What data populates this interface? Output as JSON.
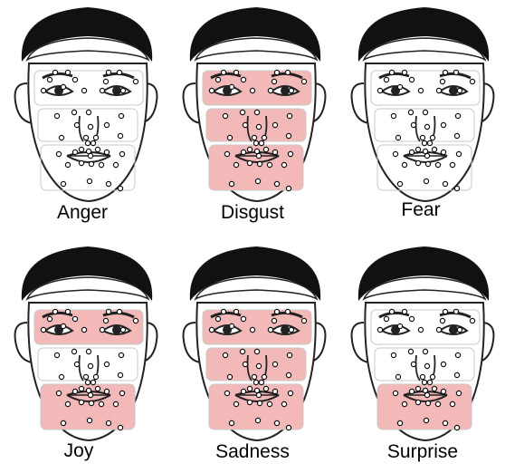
{
  "faces": [
    {
      "label": "Anger",
      "highlight": {
        "eyes": false,
        "mid": false,
        "mouth": false
      }
    },
    {
      "label": "Disgust",
      "highlight": {
        "eyes": true,
        "mid": true,
        "mouth": true
      }
    },
    {
      "label": "Fear",
      "highlight": {
        "eyes": false,
        "mid": false,
        "mouth": false
      }
    },
    {
      "label": "Joy",
      "highlight": {
        "eyes": true,
        "mid": false,
        "mouth": true
      }
    },
    {
      "label": "Sadness",
      "highlight": {
        "eyes": true,
        "mid": true,
        "mouth": true
      }
    },
    {
      "label": "Surprise",
      "highlight": {
        "eyes": false,
        "mid": false,
        "mouth": true
      }
    }
  ],
  "colors": {
    "highlight": "#f3b8b8",
    "region_border": "#c9c9c9",
    "hair": "#111111",
    "band": "#ffffff",
    "line": "#222222"
  }
}
